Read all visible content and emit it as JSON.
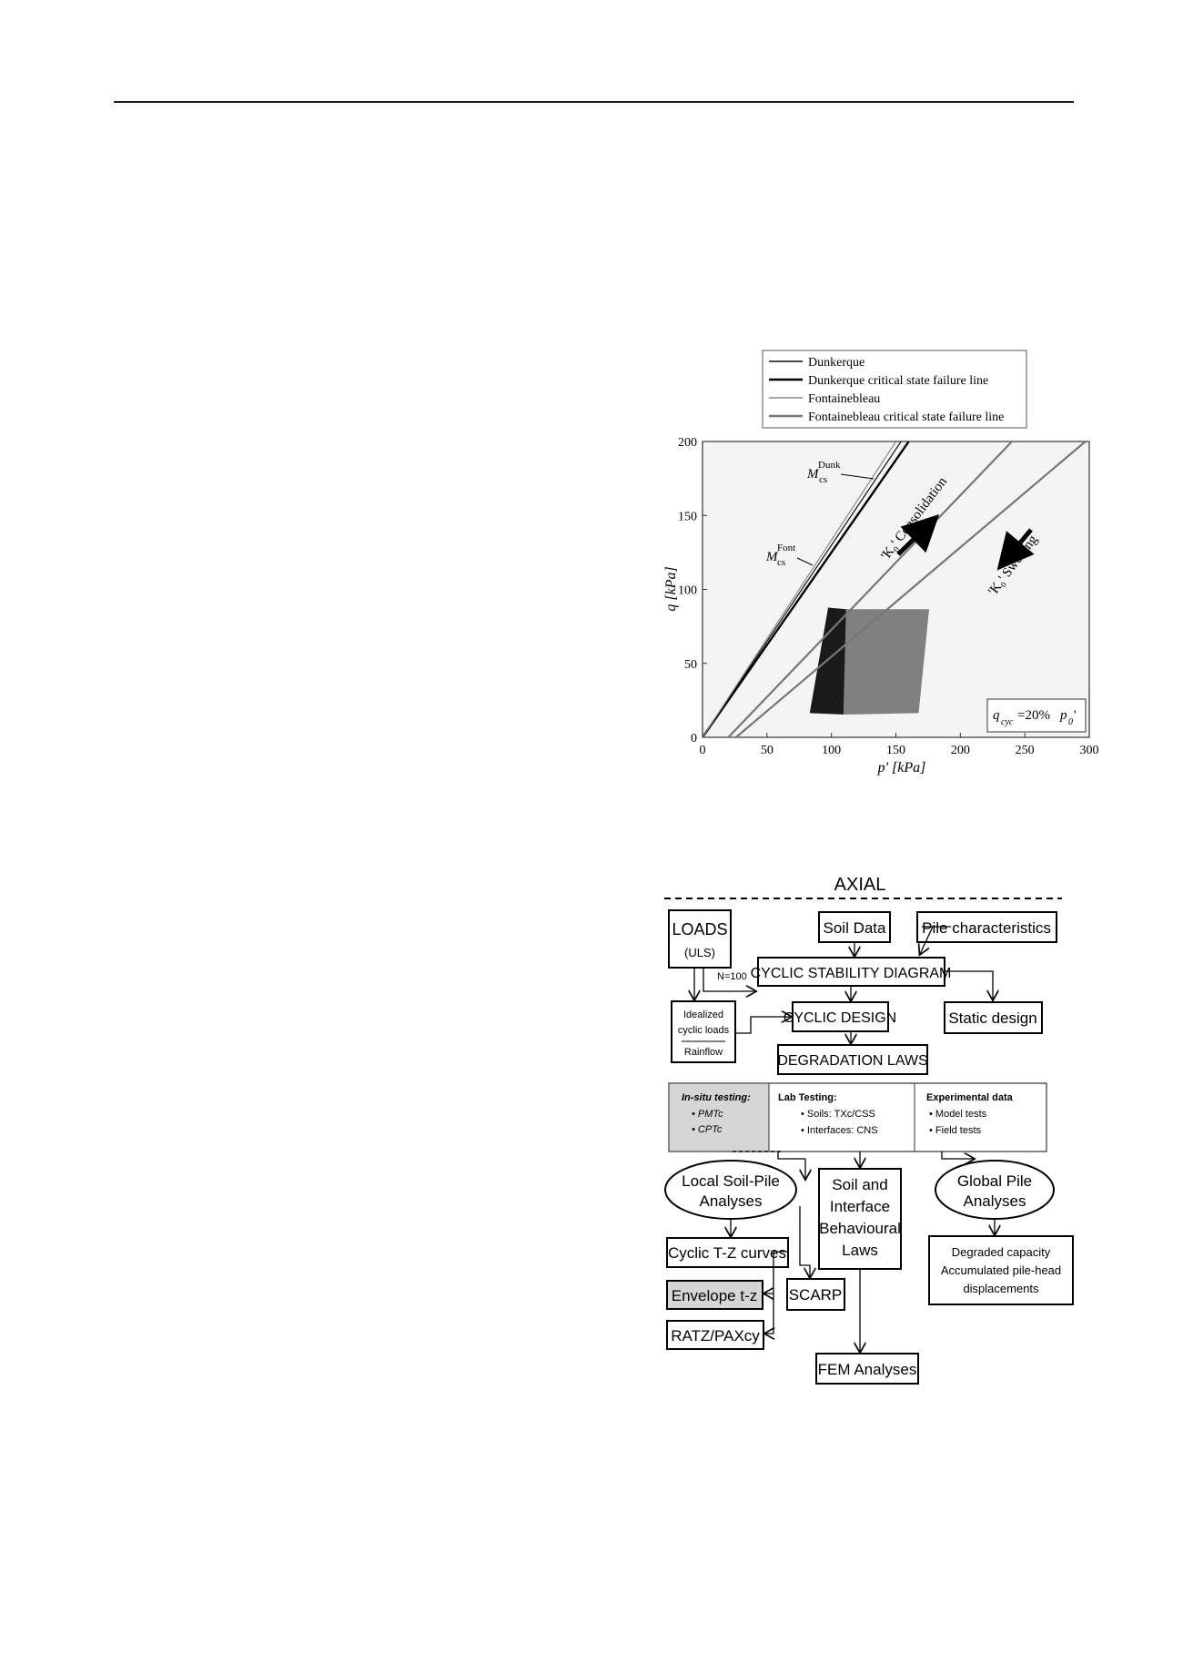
{
  "chart_data": {
    "type": "line",
    "xlabel": "p'  [kPa]",
    "ylabel": "q  [kPa]",
    "xlim": [
      0,
      300
    ],
    "ylim": [
      0,
      200
    ],
    "xticks": [
      0,
      50,
      100,
      150,
      200,
      250,
      300
    ],
    "yticks": [
      0,
      50,
      100,
      150,
      200
    ],
    "legend_position": "top",
    "series": [
      {
        "name": "Dunkerque",
        "color": "#111111",
        "points": [
          [
            0,
            0
          ],
          [
            154,
            200
          ]
        ]
      },
      {
        "name": "Dunkerque critical state failure line",
        "color": "#000000",
        "points": [
          [
            0,
            0
          ],
          [
            160,
            200
          ]
        ]
      },
      {
        "name": "Fontainebleau",
        "color": "#888888",
        "points": [
          [
            0,
            0
          ],
          [
            150,
            200
          ]
        ]
      },
      {
        "name": "Fontainebleau critical state failure line",
        "color": "#777777",
        "points": [
          [
            20,
            0
          ],
          [
            240,
            200
          ],
          [
            26,
            0
          ],
          [
            297,
            200
          ]
        ]
      }
    ],
    "regions": [
      {
        "label": "Dunkerque cyclic path",
        "color": "#1a1a1a",
        "corners": [
          [
            98,
            87
          ],
          [
            84,
            17
          ],
          [
            110,
            16
          ],
          [
            112,
            86
          ]
        ]
      },
      {
        "label": "Fontainebleau cyclic path",
        "color": "#808080",
        "corners": [
          [
            112,
            86
          ],
          [
            110,
            16
          ],
          [
            167,
            17
          ],
          [
            175,
            86
          ]
        ]
      }
    ],
    "annotations": {
      "m_dunk_base": "M",
      "m_dunk_sub": "cs",
      "m_dunk_sup": "Dunk",
      "m_font_base": "M",
      "m_font_sub": "cs",
      "m_font_sup": "Font",
      "consolidation": "'K₀' Consolidation",
      "swelling": "'K₀' Swelling",
      "qcyc_base": "q",
      "qcyc_sub": "cyc",
      "qcyc_mid": "=20%",
      "qcyc_p": "p",
      "qcyc_psub": "0",
      "qcyc_prime": "'"
    }
  },
  "flowchart": {
    "title": "AXIAL",
    "loads": "LOADS",
    "loads_sub": "(ULS)",
    "soil_data": "Soil Data",
    "pile_characteristics": "Pile characteristics",
    "n100": "N=100",
    "cyclic_stability_diagram": "CYCLIC STABILITY DIAGRAM",
    "idealized_line1": "Idealized",
    "idealized_line2": "cyclic loads",
    "rainflow": "Rainflow",
    "cyclic_design": "CYCLIC DESIGN",
    "static_design": "Static design",
    "degradation_laws": "DEGRADATION LAWS",
    "insitu_title": "In-situ testing:",
    "insitu_item1": "• PMTc",
    "insitu_item2": "• CPTc",
    "lab_title": "Lab Testing:",
    "lab_item1": "• Soils: TXc/CSS",
    "lab_item2": "• Interfaces: CNS",
    "exp_title": "Experimental data",
    "exp_item1": "• Model tests",
    "exp_item2": "• Field tests",
    "local_line1": "Local Soil-Pile",
    "local_line2": "Analyses",
    "soil_line1": "Soil and",
    "soil_line2": "Interface",
    "soil_line3": "Behavioural",
    "soil_line4": "Laws",
    "global_line1": "Global Pile",
    "global_line2": "Analyses",
    "cyclic_tz": "Cyclic T-Z curves",
    "envelope_tz": "Envelope t-z",
    "ratz": "RATZ/PAXcy",
    "scarp": "SCARP",
    "fem": "FEM Analyses",
    "degraded_line1": "Degraded capacity",
    "degraded_line2": "Accumulated pile-head",
    "degraded_line3": "displacements"
  }
}
